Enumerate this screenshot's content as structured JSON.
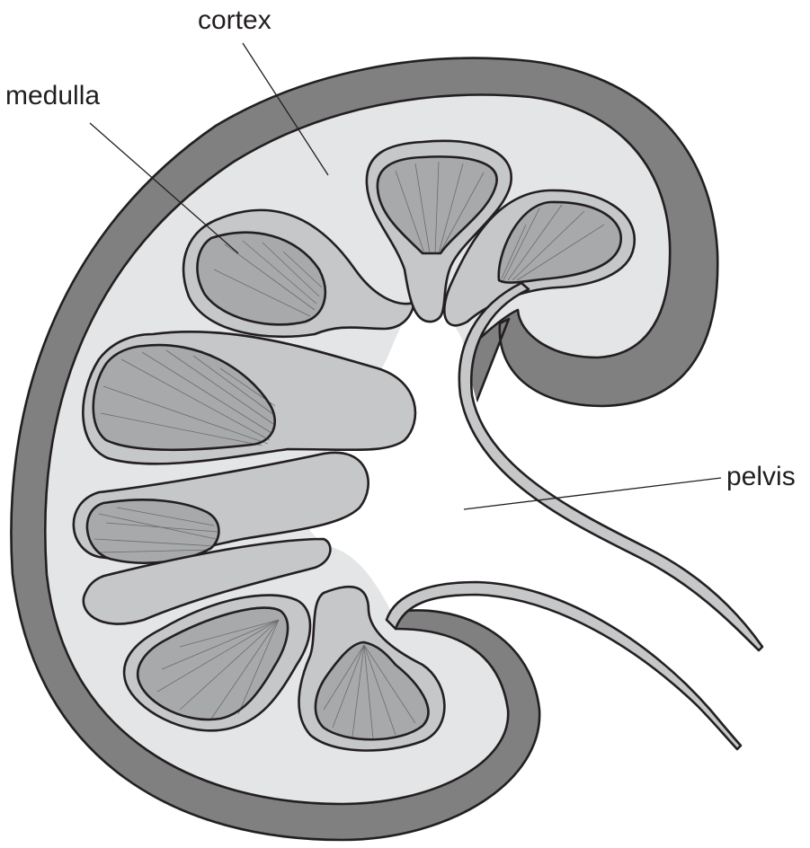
{
  "diagram": {
    "labels": {
      "cortex": "cortex",
      "medulla": "medulla",
      "pelvis": "pelvis"
    },
    "colors": {
      "capsule": "#808080",
      "cortex": "#e4e5e6",
      "ring": "#c6c7c8",
      "pyramid": "#a8a9ab",
      "outline": "#231f20",
      "background": "#ffffff"
    }
  }
}
